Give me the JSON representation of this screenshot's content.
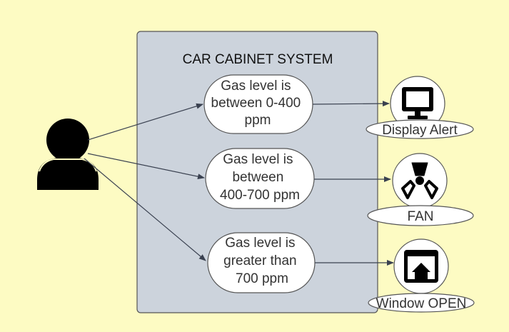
{
  "system": {
    "title": "CAR CABINET SYSTEM"
  },
  "actor": {
    "icon": "person-icon"
  },
  "use_cases": [
    {
      "lines": [
        "Gas level is",
        "between 0-400",
        "ppm"
      ]
    },
    {
      "lines": [
        "Gas level is",
        "between",
        "400-700 ppm"
      ]
    },
    {
      "lines": [
        "Gas level is",
        "greater than",
        "700 ppm"
      ]
    }
  ],
  "outputs": [
    {
      "label": "Display Alert",
      "icon": "monitor-icon"
    },
    {
      "label": "FAN",
      "icon": "fan-icon"
    },
    {
      "label": "Window OPEN",
      "icon": "window-open-icon"
    }
  ],
  "colors": {
    "background": "#fdfbc3",
    "system_box": "#ccd3dc",
    "system_border": "#555555",
    "ellipse_fill": "#ffffff",
    "connector": "#3a4150",
    "icon": "#000000"
  }
}
